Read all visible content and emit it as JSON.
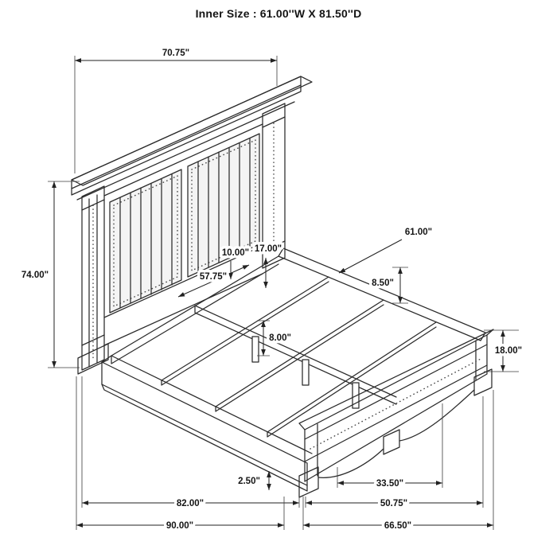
{
  "title": "Inner Size : 61.00''W X 81.50''D",
  "dimensions": {
    "headboard_width": "70.75\"",
    "headboard_height": "74.00\"",
    "inner_width": "61.00\"",
    "panel_gap": "10.00\"",
    "rail_height": "17.00\"",
    "panel_width": "57.75\"",
    "slat_spacing": "8.50\"",
    "leg_height": "8.00\"",
    "footboard_height": "18.00\"",
    "trim_height": "2.50\"",
    "foot_spacing": "33.50\"",
    "rail_length": "82.00\"",
    "footboard_front_width": "50.75\"",
    "overall_length": "90.00\"",
    "footboard_width": "66.50\""
  }
}
